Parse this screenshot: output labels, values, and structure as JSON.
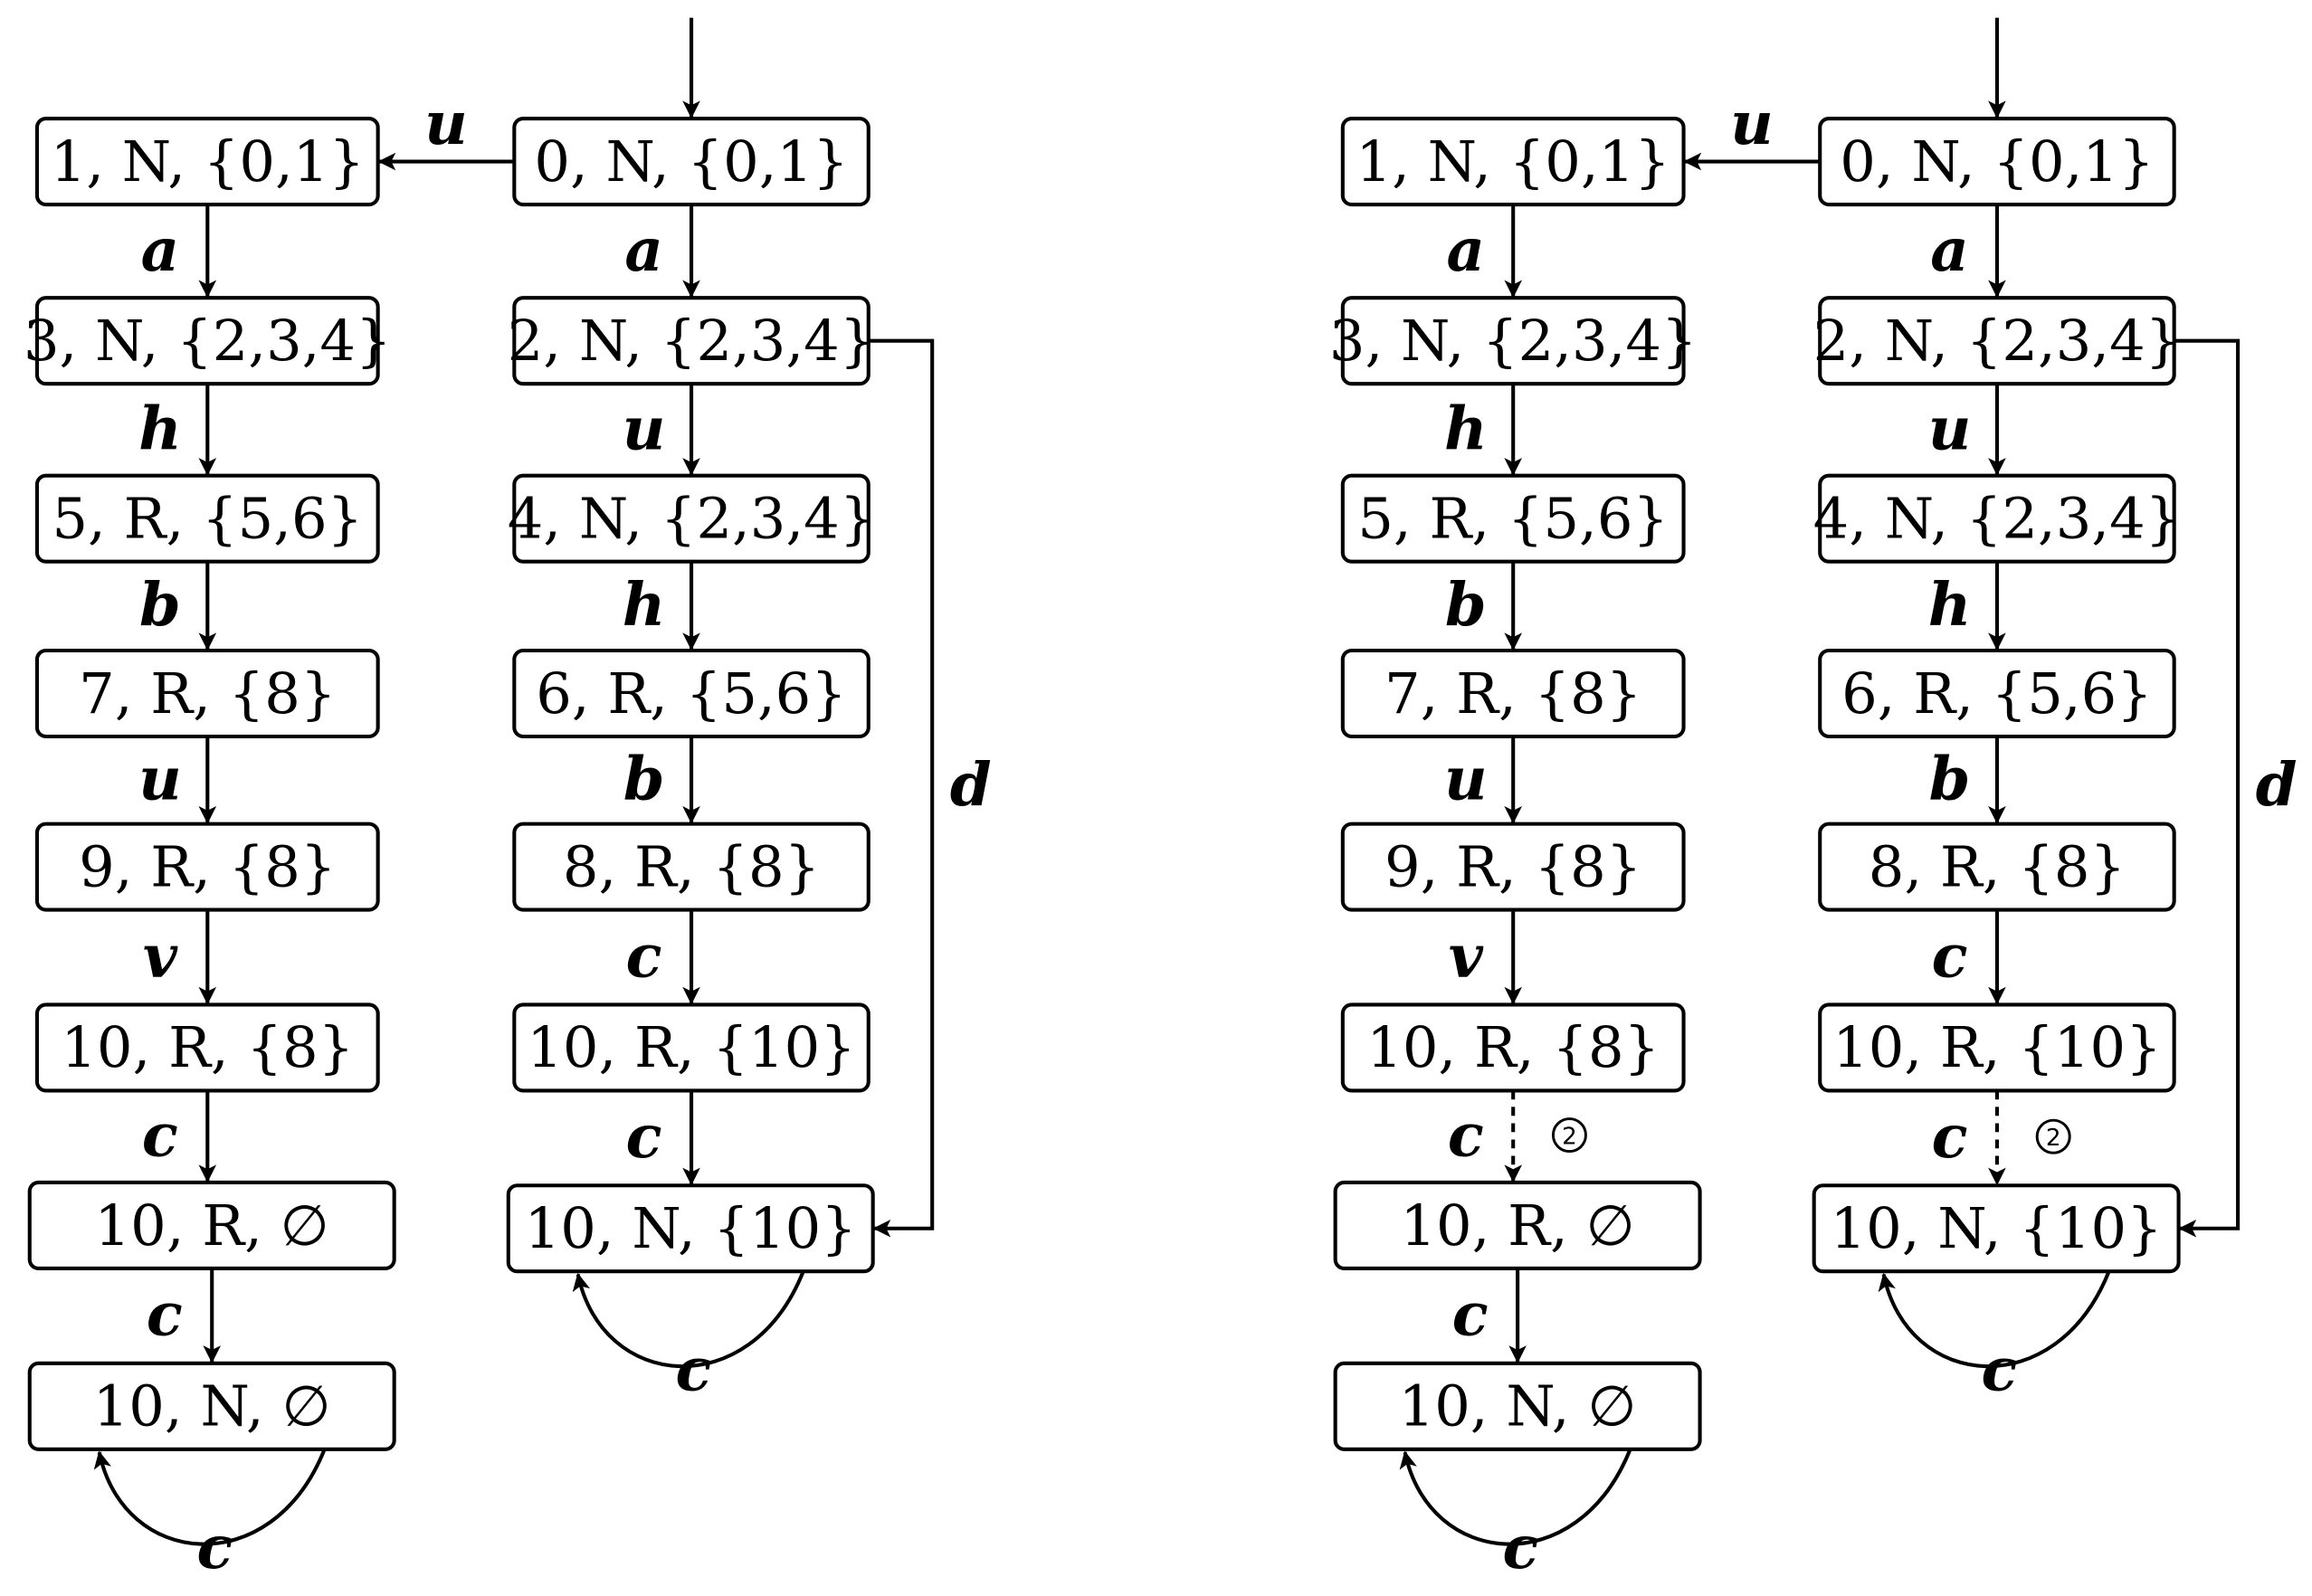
{
  "diagrams": [
    {
      "entry_arrow": true,
      "nodes": [
        {
          "id": "l1",
          "label": "1, N, {0,1}"
        },
        {
          "id": "l3",
          "label": "3, N, {2,3,4}"
        },
        {
          "id": "l5",
          "label": "5, R, {5,6}"
        },
        {
          "id": "l7",
          "label": "7, R, {8}"
        },
        {
          "id": "l9",
          "label": "9, R, {8}"
        },
        {
          "id": "l10a",
          "label": "10, R, {8}"
        },
        {
          "id": "l10b",
          "label": "10, R, ∅"
        },
        {
          "id": "l10c",
          "label": "10, N, ∅"
        },
        {
          "id": "r0",
          "label": "0, N, {0,1}"
        },
        {
          "id": "r2",
          "label": "2, N, {2,3,4}"
        },
        {
          "id": "r4",
          "label": "4, N, {2,3,4}"
        },
        {
          "id": "r6",
          "label": "6, R, {5,6}"
        },
        {
          "id": "r8",
          "label": "8, R, {8}"
        },
        {
          "id": "r10a",
          "label": "10, R, {10}"
        },
        {
          "id": "r10b",
          "label": "10, N, {10}"
        }
      ],
      "edges": [
        {
          "from": "r0",
          "to": "l1",
          "label": "u",
          "style": "solid"
        },
        {
          "from": "l1",
          "to": "l3",
          "label": "a",
          "style": "solid"
        },
        {
          "from": "l3",
          "to": "l5",
          "label": "h",
          "style": "solid"
        },
        {
          "from": "l5",
          "to": "l7",
          "label": "b",
          "style": "solid"
        },
        {
          "from": "l7",
          "to": "l9",
          "label": "u",
          "style": "solid"
        },
        {
          "from": "l9",
          "to": "l10a",
          "label": "v",
          "style": "solid"
        },
        {
          "from": "l10a",
          "to": "l10b",
          "label": "c",
          "style": "solid"
        },
        {
          "from": "l10b",
          "to": "l10c",
          "label": "c",
          "style": "solid"
        },
        {
          "from": "l10c",
          "to": "l10c",
          "label": "c",
          "style": "loop"
        },
        {
          "from": "r0",
          "to": "r2",
          "label": "a",
          "style": "solid"
        },
        {
          "from": "r2",
          "to": "r4",
          "label": "u",
          "style": "solid"
        },
        {
          "from": "r4",
          "to": "r6",
          "label": "h",
          "style": "solid"
        },
        {
          "from": "r6",
          "to": "r8",
          "label": "b",
          "style": "solid"
        },
        {
          "from": "r8",
          "to": "r10a",
          "label": "c",
          "style": "solid"
        },
        {
          "from": "r10a",
          "to": "r10b",
          "label": "c",
          "style": "solid"
        },
        {
          "from": "r10b",
          "to": "r10b",
          "label": "c",
          "style": "loop"
        },
        {
          "from": "r2",
          "to": "r10b",
          "label": "d",
          "style": "solid"
        }
      ]
    },
    {
      "entry_arrow": true,
      "nodes": [
        {
          "id": "l1",
          "label": "1, N, {0,1}"
        },
        {
          "id": "l3",
          "label": "3, N, {2,3,4}"
        },
        {
          "id": "l5",
          "label": "5, R, {5,6}"
        },
        {
          "id": "l7",
          "label": "7, R, {8}"
        },
        {
          "id": "l9",
          "label": "9, R, {8}"
        },
        {
          "id": "l10a",
          "label": "10, R, {8}"
        },
        {
          "id": "l10b",
          "label": "10, R, ∅"
        },
        {
          "id": "l10c",
          "label": "10, N, ∅"
        },
        {
          "id": "r0",
          "label": "0, N, {0,1}"
        },
        {
          "id": "r2",
          "label": "2, N, {2,3,4}"
        },
        {
          "id": "r4",
          "label": "4, N, {2,3,4}"
        },
        {
          "id": "r6",
          "label": "6, R, {5,6}"
        },
        {
          "id": "r8",
          "label": "8, R, {8}"
        },
        {
          "id": "r10a",
          "label": "10, R, {10}"
        },
        {
          "id": "r10b",
          "label": "10, N, {10}"
        }
      ],
      "edges": [
        {
          "from": "r0",
          "to": "l1",
          "label": "u",
          "style": "solid"
        },
        {
          "from": "l1",
          "to": "l3",
          "label": "a",
          "style": "solid"
        },
        {
          "from": "l3",
          "to": "l5",
          "label": "h",
          "style": "solid"
        },
        {
          "from": "l5",
          "to": "l7",
          "label": "b",
          "style": "solid"
        },
        {
          "from": "l7",
          "to": "l9",
          "label": "u",
          "style": "solid"
        },
        {
          "from": "l9",
          "to": "l10a",
          "label": "v",
          "style": "solid"
        },
        {
          "from": "l10a",
          "to": "l10b",
          "label": "c",
          "style": "dashed",
          "marker": "②"
        },
        {
          "from": "l10b",
          "to": "l10c",
          "label": "c",
          "style": "solid"
        },
        {
          "from": "l10c",
          "to": "l10c",
          "label": "c",
          "style": "loop"
        },
        {
          "from": "r0",
          "to": "r2",
          "label": "a",
          "style": "solid"
        },
        {
          "from": "r2",
          "to": "r4",
          "label": "u",
          "style": "solid"
        },
        {
          "from": "r4",
          "to": "r6",
          "label": "h",
          "style": "solid"
        },
        {
          "from": "r6",
          "to": "r8",
          "label": "b",
          "style": "solid"
        },
        {
          "from": "r8",
          "to": "r10a",
          "label": "c",
          "style": "solid"
        },
        {
          "from": "r10a",
          "to": "r10b",
          "label": "c",
          "style": "dashed",
          "marker": "②"
        },
        {
          "from": "r10b",
          "to": "r10b",
          "label": "c",
          "style": "loop"
        },
        {
          "from": "r2",
          "to": "r10b",
          "label": "d",
          "style": "solid"
        }
      ]
    }
  ]
}
